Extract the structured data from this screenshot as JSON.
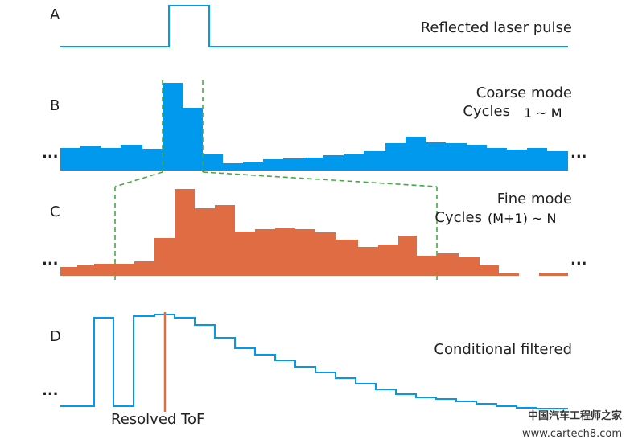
{
  "panels": {
    "a": {
      "letter": "A",
      "title": "Reflected laser pulse"
    },
    "b": {
      "letter": "B",
      "title_line1": "Coarse mode",
      "title_line2": "Cycles",
      "cycles_range": "1 ~ M",
      "ellipsis": "..."
    },
    "c": {
      "letter": "C",
      "title_line1": "Fine mode",
      "title_line2": "Cycles",
      "cycles_range": "(M+1) ~ N",
      "ellipsis": "..."
    },
    "d": {
      "letter": "D",
      "title": "Conditional filtered",
      "marker_label": "Resolved ToF",
      "ellipsis": "..."
    }
  },
  "watermark": {
    "line1": "中国汽车工程师之家",
    "line2": "www.cartech8.com"
  },
  "colors": {
    "blue": "#0099ee",
    "orange": "#e06c44",
    "green_dashed": "#44aa44",
    "resolved_line": "#e06c44",
    "text": "#222222"
  }
}
